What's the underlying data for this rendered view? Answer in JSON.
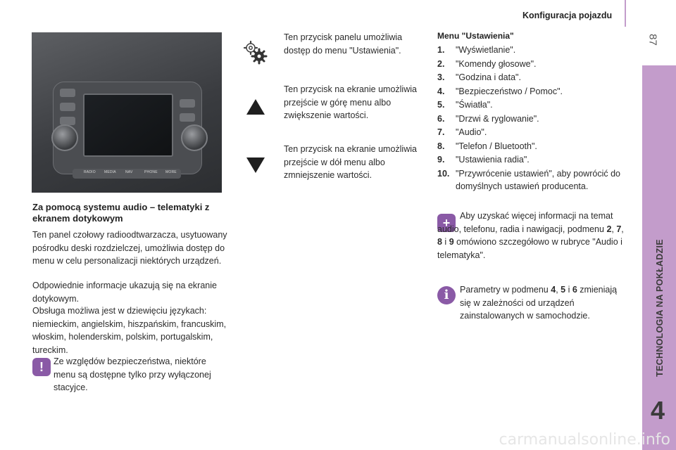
{
  "header": {
    "title": "Konfiguracja pojazdu",
    "page_number": "87"
  },
  "side_tab": {
    "section": "TECHNOLOGIA NA POKŁADZIE",
    "chapter": "4",
    "color": "#c39ccb"
  },
  "left": {
    "heading": "Za pomocą systemu audio – telematyki z ekranem dotykowym",
    "paragraphs": [
      "Ten panel czołowy radioodtwarzacza, usytuowany pośrodku deski rozdzielczej, umożliwia dostęp do menu w celu personalizacji niektórych urządzeń.",
      "Odpowiednie informacje ukazują się na ekranie dotykowym.",
      "Obsługa możliwa jest w dziewięciu językach: niemieckim, angielskim, hiszpańskim, francuskim, włoskim, holenderskim, polskim, portugalskim, tureckim."
    ],
    "warning_icon": "exclamation-icon",
    "warning": "Ze względów bezpieczeństwa, niektóre menu są dostępne tylko przy wyłączonej stacyjce.",
    "photo_labels": [
      "RADIO",
      "MEDIA",
      "NAV",
      "PHONE",
      "MORE"
    ]
  },
  "middle": {
    "items": [
      {
        "icon": "settings-gears-icon",
        "text": "Ten przycisk panelu umożliwia dostęp do menu \"Ustawienia\"."
      },
      {
        "icon": "arrow-up-icon",
        "text": "Ten przycisk na ekranie umożliwia przejście w górę menu albo zwiększenie wartości."
      },
      {
        "icon": "arrow-down-icon",
        "text": "Ten przycisk na ekranie umożliwia przejście w dół menu albo zmniejszenie wartości."
      }
    ]
  },
  "menu": {
    "title": "Menu \"Ustawienia\"",
    "items": [
      {
        "num": "1.",
        "label": "\"Wyświetlanie\"."
      },
      {
        "num": "2.",
        "label": "\"Komendy głosowe\"."
      },
      {
        "num": "3.",
        "label": "\"Godzina i data\"."
      },
      {
        "num": "4.",
        "label": "\"Bezpieczeństwo / Pomoc\"."
      },
      {
        "num": "5.",
        "label": "\"Światła\"."
      },
      {
        "num": "6.",
        "label": "\"Drzwi & ryglowanie\"."
      },
      {
        "num": "7.",
        "label": "\"Audio\"."
      },
      {
        "num": "8.",
        "label": "\"Telefon / Bluetooth\"."
      },
      {
        "num": "9.",
        "label": "\"Ustawienia radia\"."
      },
      {
        "num": "10.",
        "label": "\"Przywrócenie ustawień\", aby powrócić do domyślnych ustawień producenta."
      }
    ]
  },
  "notes": {
    "plus_icon": "plus-icon",
    "plus": {
      "line1": "Aby uzyskać więcej informacji na temat audio, telefonu, radia i nawigacji, podmenu ",
      "b1": "2",
      "sep1": ", ",
      "b2": "7",
      "sep2": ", ",
      "b3": "8",
      "sep3": " i ",
      "b4": "9",
      "tail": " omówiono szczegółowo w rubryce \"Audio i telematyka\"."
    },
    "info_icon": "info-icon",
    "info": {
      "pre": "Parametry w podmenu ",
      "b1": "4",
      "sep1": ", ",
      "b2": "5",
      "sep2": " i ",
      "b3": "6",
      "tail": " zmieniają się w zależności od urządzeń zainstalowanych w samochodzie."
    }
  },
  "watermark": "carmanualsonline.info"
}
